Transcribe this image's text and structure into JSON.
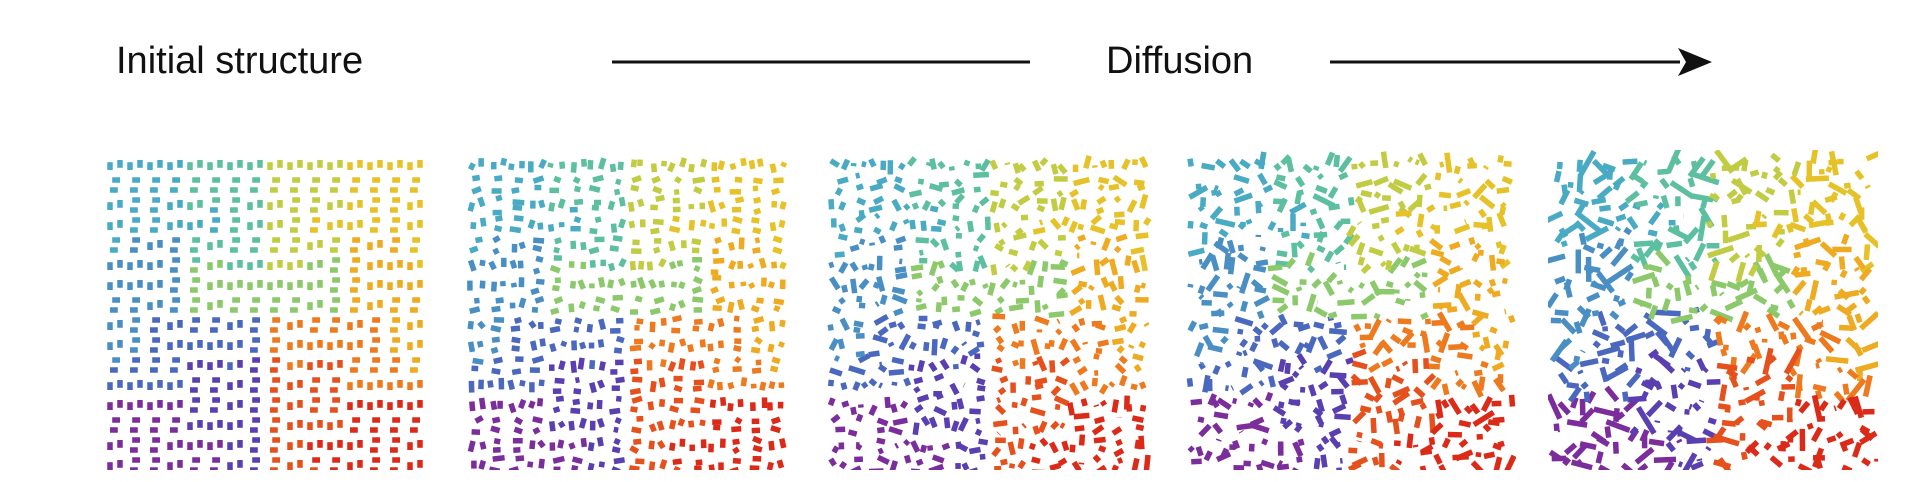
{
  "labels": {
    "initial": "Initial structure",
    "diffusion": "Diffusion"
  },
  "palette": [
    "#7b2d9c",
    "#5a3fb0",
    "#4a68bd",
    "#4a8fc4",
    "#49aac3",
    "#5cbfa0",
    "#8cc96b",
    "#c2cc43",
    "#e6c228",
    "#eeab22",
    "#ee7a1f",
    "#e5501c",
    "#dc2a18"
  ],
  "panels": [
    {
      "name": "initial-structure",
      "jitter": 0.0
    },
    {
      "name": "diffusion-step-1",
      "jitter": 0.25
    },
    {
      "name": "diffusion-step-2",
      "jitter": 0.5
    },
    {
      "name": "diffusion-step-3",
      "jitter": 0.8
    },
    {
      "name": "diffusion-step-4",
      "jitter": 1.15
    }
  ]
}
